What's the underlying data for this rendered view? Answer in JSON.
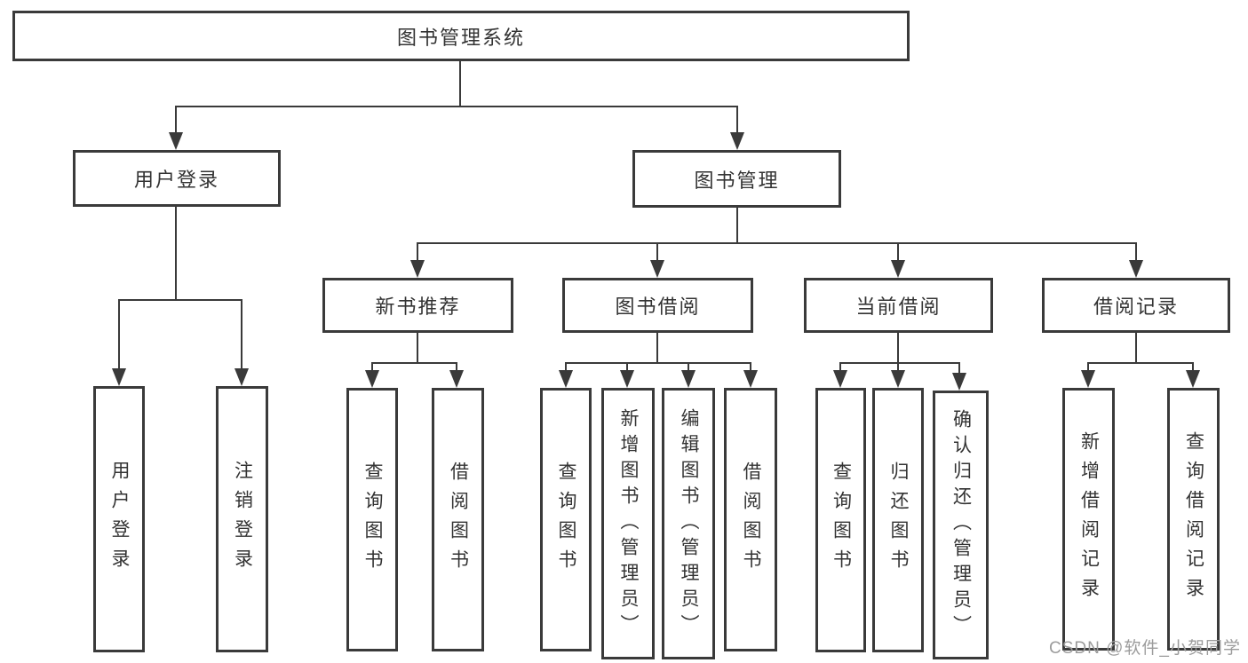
{
  "diagram": {
    "nodes": {
      "root": "图书管理系统",
      "user_login": {
        "label": "用户登录",
        "login": "用户登录",
        "logout": "注销登录"
      },
      "book_management": {
        "label": "图书管理",
        "new_book_recommend": {
          "label": "新书推荐",
          "query_book": "查询图书",
          "borrow_book": "借阅图书"
        },
        "book_borrow": {
          "label": "图书借阅",
          "query_book": "查询图书",
          "add_book": "新增图书（管理员）",
          "edit_book": "编辑图书（管理员）",
          "borrow_book": "借阅图书"
        },
        "current_borrow": {
          "label": "当前借阅",
          "query_book": "查询图书",
          "return_book": "归还图书",
          "confirm_return": "确认归还（管理员）"
        },
        "borrow_record": {
          "label": "借阅记录",
          "add_record": "新增借阅记录",
          "query_record": "查询借阅记录"
        }
      }
    }
  },
  "watermark": {
    "text": "CSDN @软件_小贺同学"
  },
  "colors": {
    "line": "#3a3a3a",
    "text": "#333333",
    "watermark": "#9c9c9c",
    "background": "#ffffff"
  }
}
